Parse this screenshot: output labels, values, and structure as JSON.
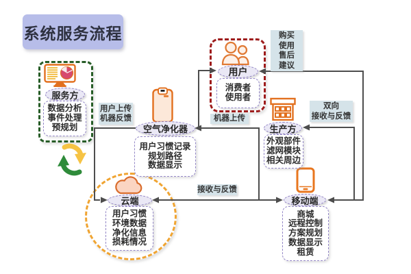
{
  "title": "系统服务流程",
  "nodes": {
    "service": {
      "label": "服务方",
      "items": [
        "数据分析",
        "事件处理",
        "预规划"
      ]
    },
    "user": {
      "label": "用户",
      "items": [
        "消费者",
        "使用者"
      ]
    },
    "purifier": {
      "label": "空气净化器",
      "items": [
        "用户习惯记录",
        "规划路径",
        "数据显示"
      ]
    },
    "producer": {
      "label": "生产方",
      "items": [
        "外观部件",
        "滤网模块",
        "相关周边"
      ]
    },
    "cloud": {
      "label": "云端",
      "items": [
        "用户习惯",
        "环境数据",
        "净化信息",
        "损耗情况"
      ]
    },
    "mobile": {
      "label": "移动端",
      "items": [
        "商城",
        "远程控制",
        "方案规划",
        "数据显示",
        "租赁"
      ]
    }
  },
  "edge_labels": {
    "user_upload": [
      "用户上传",
      "机器反馈"
    ],
    "machine_upload": "机器上传",
    "purchase": [
      "购买",
      "使用",
      "售后",
      "建议"
    ],
    "bidirectional": [
      "双向",
      "接收与反馈"
    ],
    "receive_feedback": "接收与反馈"
  },
  "colors": {
    "title_bg": "#b7bde9",
    "frame_green": "#275d27",
    "frame_red": "#9e1c1c",
    "frame_yellow": "#f0a431",
    "oval_bg": "#eae8f5",
    "dashed_purple": "#8f80c4",
    "edge_label_bg": "#d5e3e9",
    "icon_orange": "#e2701f",
    "icon_fill": "#fce8d9",
    "pie_crimson": "#d64a6f",
    "recycle_yellow": "#f6c344",
    "recycle_green": "#2e8b3a",
    "wire_gray": "#4d4d4d"
  }
}
